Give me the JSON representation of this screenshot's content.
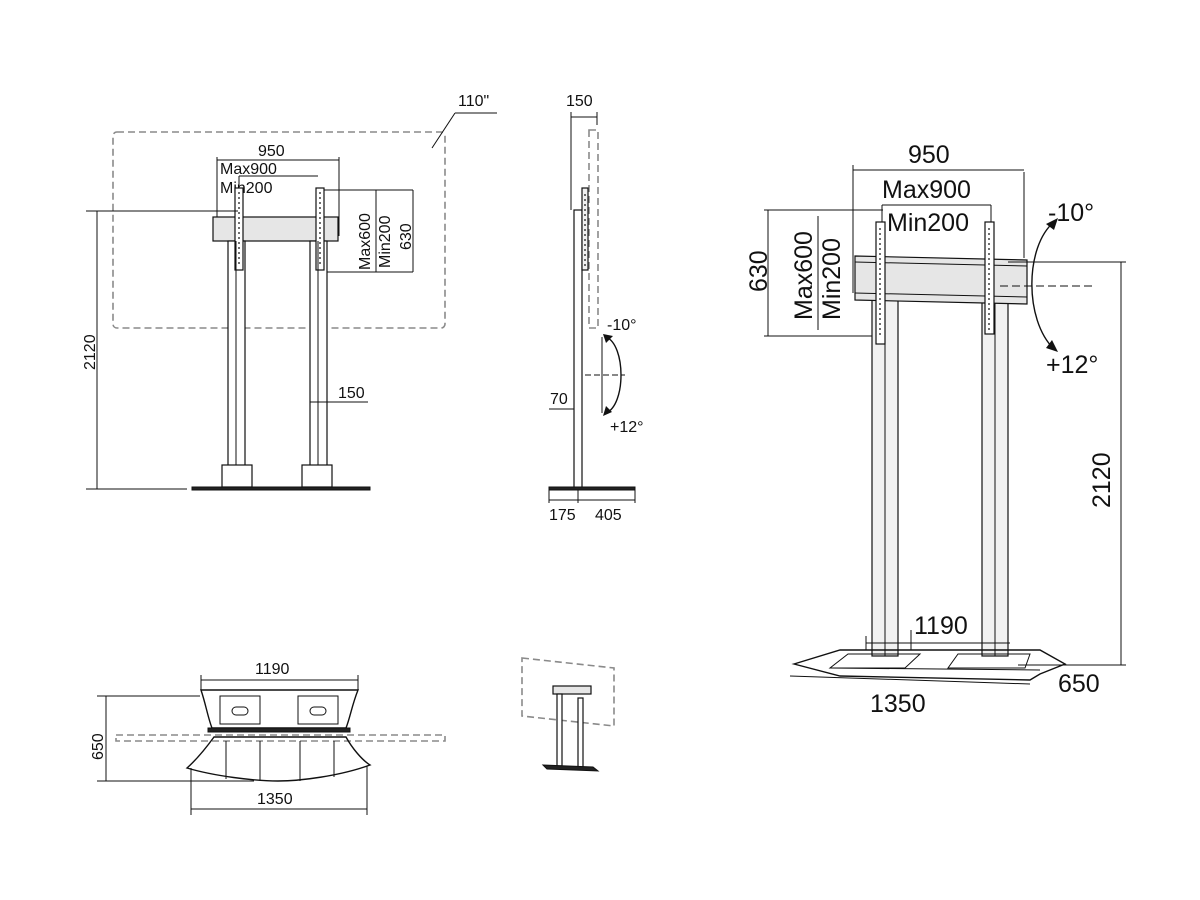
{
  "front": {
    "screen_size": "110\"",
    "width_950": "950",
    "max900": "Max900",
    "min200": "Min200",
    "max600": "Max600",
    "min200_v": "Min200",
    "h630": "630",
    "height_2120": "2120",
    "post_150": "150"
  },
  "side": {
    "depth_150": "150",
    "tilt_minus": "-10°",
    "tilt_plus": "+12°",
    "h70": "70",
    "d175": "175",
    "d405": "405"
  },
  "top": {
    "w1190": "1190",
    "d650": "650",
    "w1350": "1350"
  },
  "iso": {
    "width_950": "950",
    "max900": "Max900",
    "min200": "Min200",
    "tilt_minus": "-10°",
    "h630": "630",
    "max600": "Max600",
    "min200_v": "Min200",
    "tilt_plus": "+12°",
    "height_2120": "2120",
    "w1190": "1190",
    "w1350": "1350",
    "d650": "650"
  }
}
